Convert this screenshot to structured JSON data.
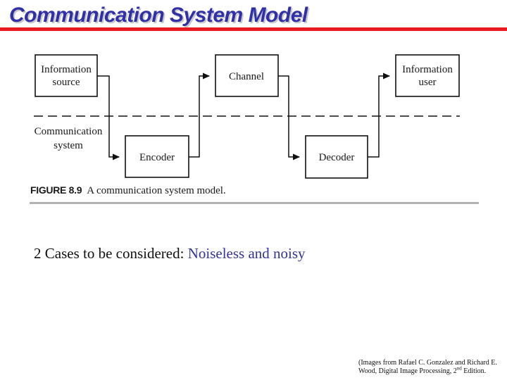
{
  "title": "Communication System Model",
  "figure": {
    "labels": {
      "info_source_1": "Information",
      "info_source_2": "source",
      "channel": "Channel",
      "info_user_1": "Information",
      "info_user_2": "user",
      "comm_system_1": "Communication",
      "comm_system_2": "system",
      "encoder": "Encoder",
      "decoder": "Decoder"
    },
    "caption_label": "FIGURE 8.9",
    "caption_text": "A communication system model."
  },
  "body": {
    "prefix": "2 Cases to be considered: ",
    "highlight": "Noiseless and noisy"
  },
  "citation": {
    "line1": "(Images from Rafael C. Gonzalez and Richard E.",
    "line2_pre": "Wood, Digital Image Processing, 2",
    "line2_sup": "nd",
    "line2_post": " Edition."
  },
  "colors": {
    "title_blue": "#3030A8",
    "rule_red": "#E81B22",
    "highlight_blue": "#333399",
    "divider_gray": "#b3b3b3"
  }
}
